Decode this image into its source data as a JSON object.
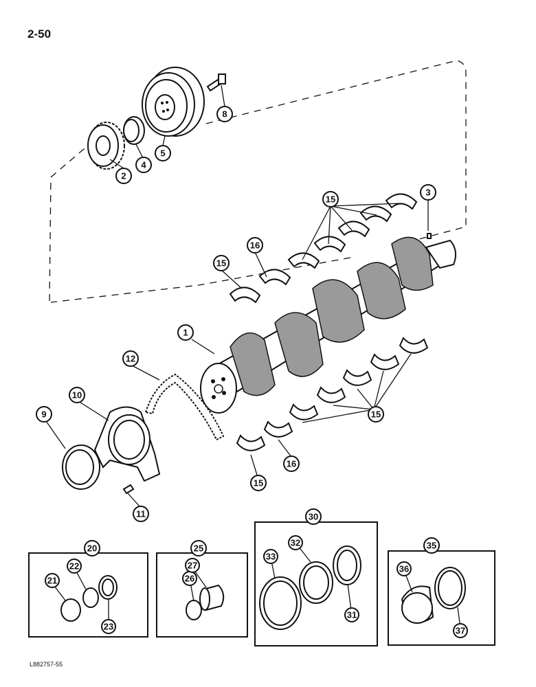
{
  "page": {
    "page_number": "2-50",
    "figure_code": "L882757-55"
  },
  "callouts": {
    "c1": "1",
    "c2": "2",
    "c3": "3",
    "c4": "4",
    "c5": "5",
    "c8": "8",
    "c9": "9",
    "c10": "10",
    "c11": "11",
    "c12": "12",
    "c15a": "15",
    "c15b": "15",
    "c15c": "15",
    "c15d": "15",
    "c16a": "16",
    "c16b": "16",
    "c20": "20",
    "c21": "21",
    "c22": "22",
    "c23": "23",
    "c25": "25",
    "c26": "26",
    "c27": "27",
    "c30": "30",
    "c31": "31",
    "c32": "32",
    "c33": "33",
    "c35": "35",
    "c36": "36",
    "c37": "37"
  },
  "colors": {
    "ink": "#111111",
    "shading": "#9a9a9a",
    "background": "#ffffff"
  }
}
